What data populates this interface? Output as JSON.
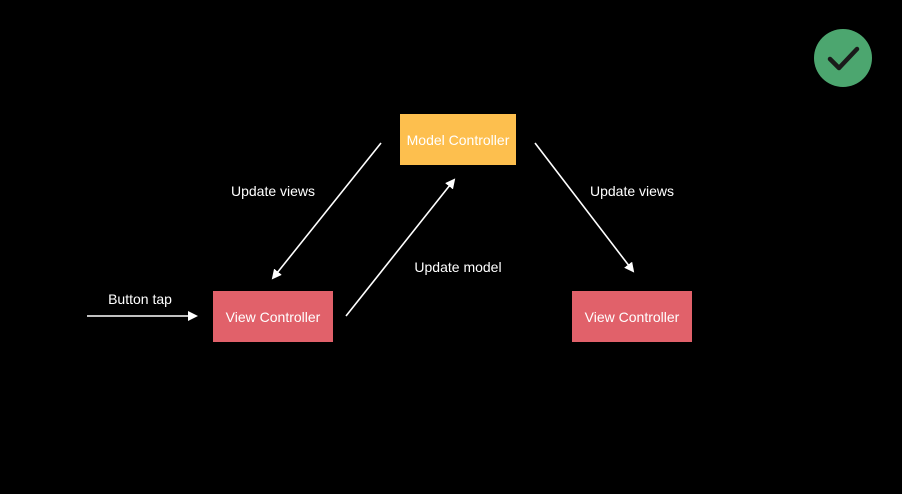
{
  "colors": {
    "background": "#000000",
    "model_controller": "#FDBF4E",
    "view_controller": "#E1616A",
    "arrow": "#FFFFFF",
    "check_badge": "#4CA66F",
    "check_mark": "#1A1A1A"
  },
  "nodes": {
    "model_controller": "Model Controller",
    "view_controller_left": "View Controller",
    "view_controller_right": "View Controller"
  },
  "edges": {
    "update_views_left": "Update views",
    "update_views_right": "Update views",
    "update_model": "Update model",
    "button_tap": "Button tap"
  },
  "badge": {
    "icon": "checkmark-icon"
  }
}
